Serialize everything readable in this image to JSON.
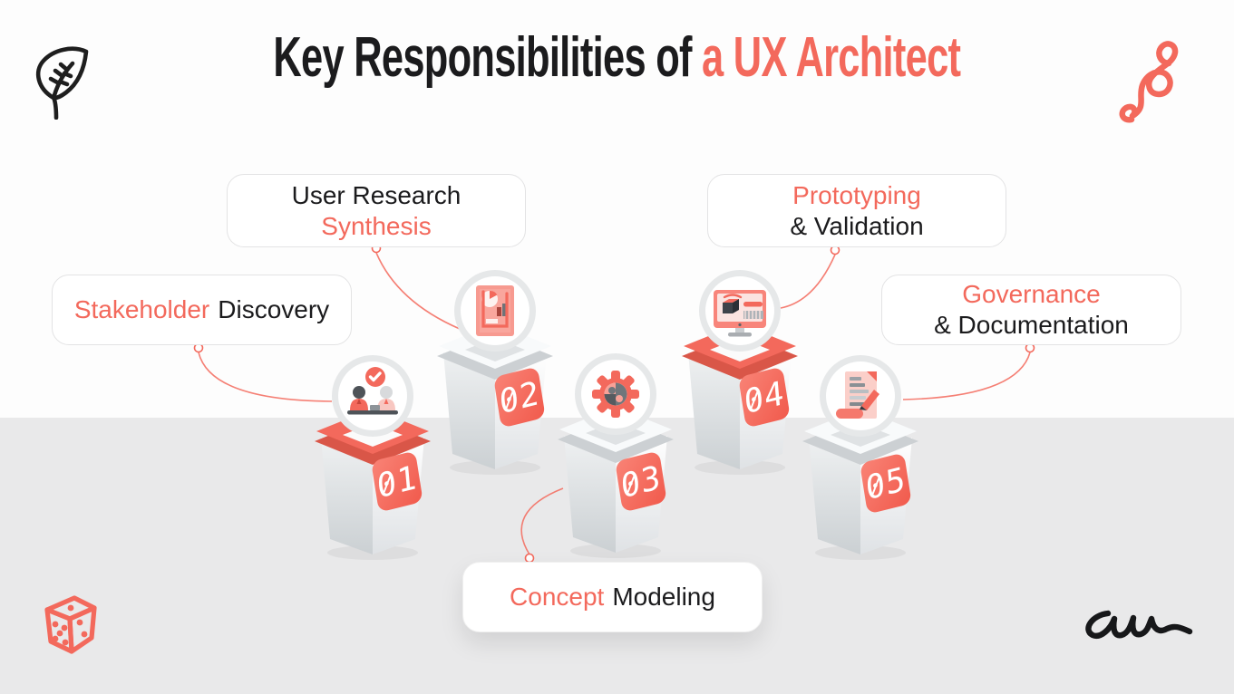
{
  "title": {
    "prefix": "Key Responsibilities of",
    "highlight": "a UX Architect"
  },
  "colors": {
    "accent": "#F3695C",
    "dark": "#1B1B1D",
    "background_top": "#FDFDFD",
    "background_bottom": "#E9E9EA"
  },
  "labels": {
    "stakeholder": {
      "accent": "Stakeholder",
      "rest": "Discovery"
    },
    "research": {
      "line1": "User Research",
      "line2": "Synthesis"
    },
    "concept": {
      "accent": "Concept",
      "rest": "Modeling"
    },
    "prototyping": {
      "line1": "Prototyping",
      "line2": "& Validation"
    },
    "governance": {
      "line1": "Governance",
      "line2": "& Documentation"
    }
  },
  "pedestals": [
    {
      "number": "01",
      "icon": "meeting-check-icon"
    },
    {
      "number": "02",
      "icon": "research-report-icon"
    },
    {
      "number": "03",
      "icon": "gear-puzzle-icon"
    },
    {
      "number": "04",
      "icon": "prototype-monitor-icon"
    },
    {
      "number": "05",
      "icon": "document-pen-icon"
    }
  ],
  "decorations": {
    "top_left": "leaf-icon",
    "top_right": "treble-clef-icon",
    "bottom_left": "dice-icon",
    "bottom_right": "signature-scribble"
  }
}
